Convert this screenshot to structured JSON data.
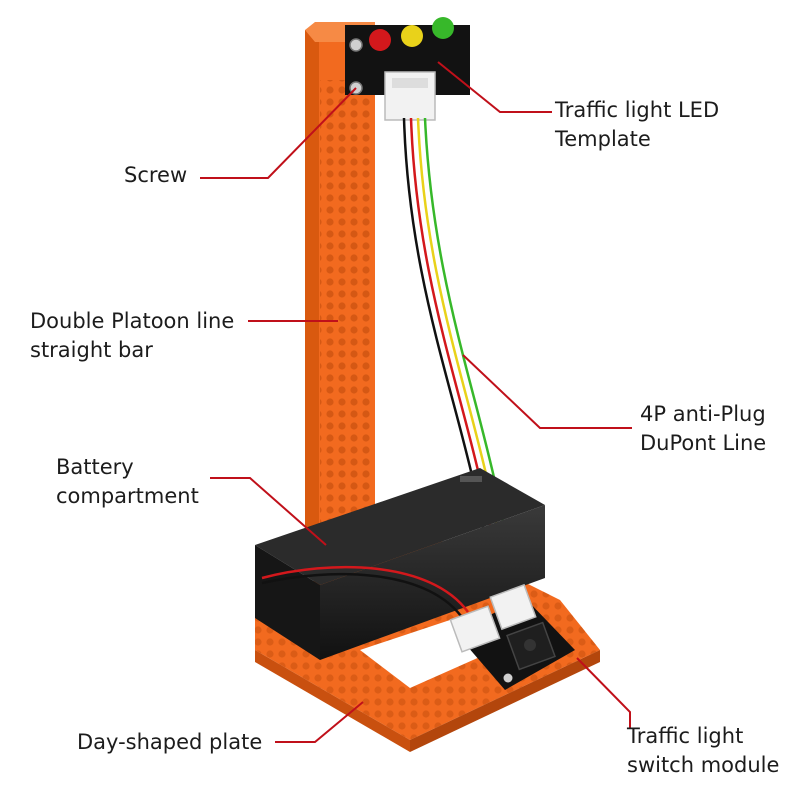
{
  "labels": {
    "traffic_led_template": {
      "line1": "Traffic light LED",
      "line2": "Template"
    },
    "screw": {
      "line1": "Screw"
    },
    "straight_bar": {
      "line1": "Double Platoon line",
      "line2": "straight bar"
    },
    "anti_plug_line": {
      "line1": "4P anti-Plug",
      "line2": "DuPont Line"
    },
    "battery": {
      "line1": "Battery",
      "line2": "compartment"
    },
    "plate": {
      "line1": "Day-shaped plate"
    },
    "switch_module": {
      "line1": "Traffic light",
      "line2": "switch module"
    }
  },
  "colors": {
    "plastic_orange": "#f26a1f",
    "plastic_dark": "#c9500f",
    "leader_line": "#c0101a",
    "led_red": "#d3181c",
    "led_yellow": "#e9d21a",
    "led_green": "#37b82a",
    "pcb_black": "#121212",
    "battery_black": "#1b1b1b"
  }
}
